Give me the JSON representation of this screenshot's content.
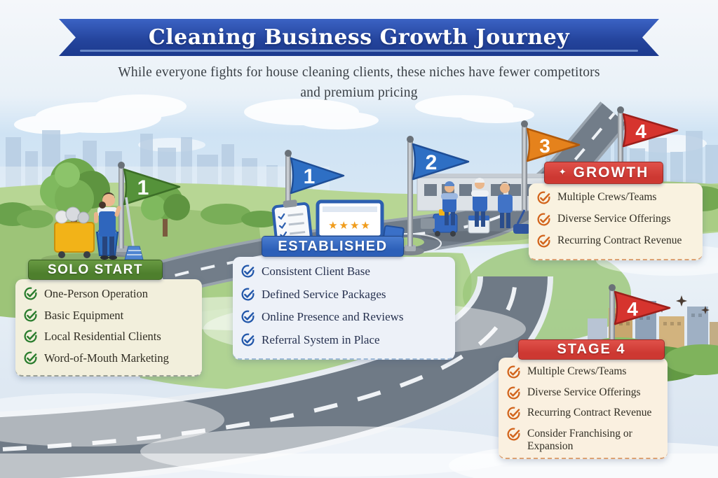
{
  "banner": {
    "title": "Cleaning Business Growth Journey"
  },
  "subtitle": "While everyone fights for house cleaning clients, these niches have fewer competitors and premium pricing",
  "flags": [
    {
      "number": "1"
    },
    {
      "number": "1"
    },
    {
      "number": "2"
    },
    {
      "number": "3"
    },
    {
      "number": "4"
    },
    {
      "number": "4"
    }
  ],
  "stages": [
    {
      "title": "SOLO START",
      "items": [
        "One-Person Operation",
        "Basic Equipment",
        "Local Residential Clients",
        "Word-of-Mouth Marketing"
      ]
    },
    {
      "title": "ESTABLISHED",
      "items": [
        "Consistent Client Base",
        "Defined Service Packages",
        "Online Presence and Reviews",
        "Referral System in Place"
      ]
    },
    {
      "title": "GROWTH",
      "title_prefix": "✦",
      "items": [
        "Multiple Crews/Teams",
        "Diverse Service Offerings",
        "Recurring Contract Revenue"
      ]
    },
    {
      "title": "STAGE 4",
      "items": [
        "Multiple Crews/Teams",
        "Diverse Service Offerings",
        "Recurring Contract Revenue",
        "Consider Franchising or Expansion"
      ]
    }
  ],
  "illustrations": {
    "laptop_review_stars": "★★★★"
  },
  "colors": {
    "banner_blue": "#24449c",
    "header_green": "#4e7f2d",
    "header_blue": "#2c5fb8",
    "header_red": "#cd3832",
    "check_green": "#2a7d2e",
    "check_blue": "#2257aa",
    "check_orange": "#d2641c",
    "flag_green": "#55923a",
    "flag_blue": "#2e6fc4",
    "flag_orange": "#e5821c",
    "flag_red": "#d6342e"
  }
}
